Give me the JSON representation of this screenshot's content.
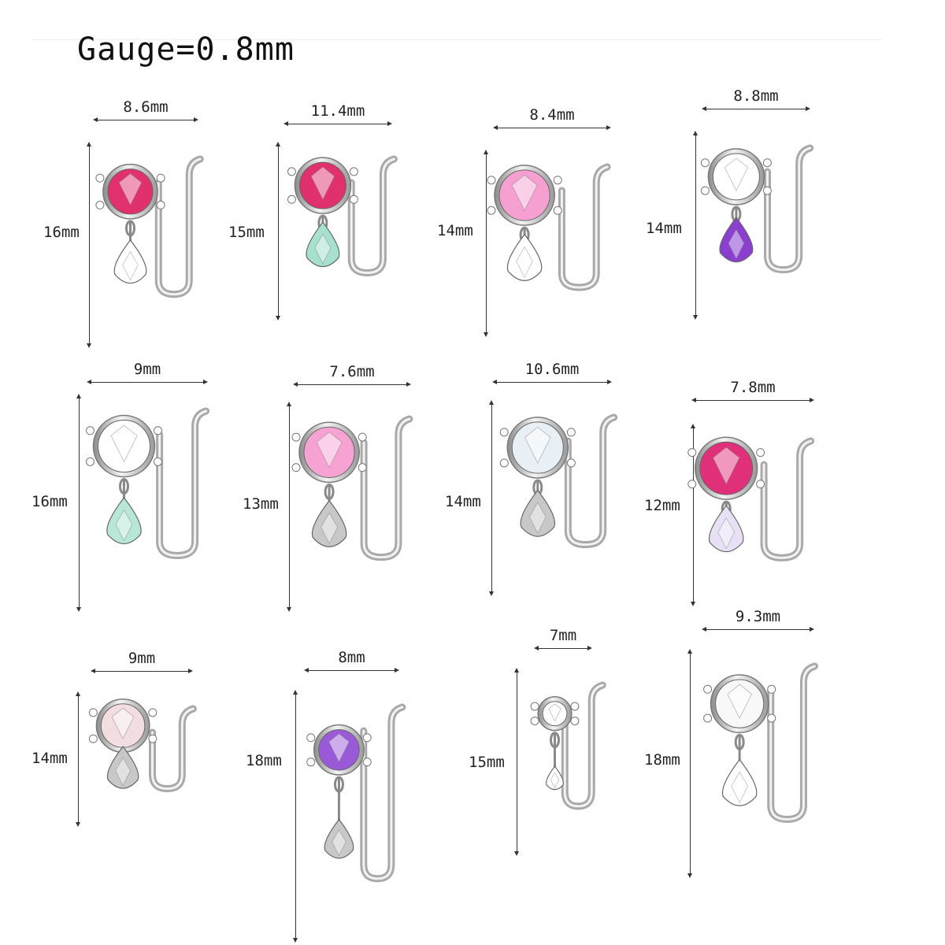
{
  "header": {
    "title": "Gauge=0.8mm"
  },
  "items": [
    {
      "width": "8.6mm",
      "height": "16mm",
      "gem": "#e0306e",
      "drop": "#ffffff"
    },
    {
      "width": "11.4mm",
      "height": "15mm",
      "gem": "#e0306e",
      "drop": "#a8e0d0"
    },
    {
      "width": "8.4mm",
      "height": "14mm",
      "gem": "#f5a0d0",
      "drop": "#ffffff"
    },
    {
      "width": "8.8mm",
      "height": "14mm",
      "gem": "#ffffff",
      "drop": "#8a3fd0"
    },
    {
      "width": "9mm",
      "height": "16mm",
      "gem": "#ffffff",
      "drop": "#b8e6d8"
    },
    {
      "width": "7.6mm",
      "height": "13mm",
      "gem": "#f6a2d2",
      "drop": "#c8c8c8"
    },
    {
      "width": "10.6mm",
      "height": "14mm",
      "gem": "#e8f0f6",
      "drop": "#c8c8c8"
    },
    {
      "width": "7.8mm",
      "height": "12mm",
      "gem": "#e0307a",
      "drop": "#e8e0f4"
    },
    {
      "width": "9mm",
      "height": "14mm",
      "gem": "#f2dde0",
      "drop": "#c8c8c8"
    },
    {
      "width": "8mm",
      "height": "18mm",
      "gem": "#9a5ad8",
      "drop": "#c8c8c8"
    },
    {
      "width": "7mm",
      "height": "15mm",
      "gem": "#ffffff",
      "drop": "#ffffff"
    },
    {
      "width": "9.3mm",
      "height": "18mm",
      "gem": "#f8f8f8",
      "drop": "#ffffff"
    }
  ]
}
